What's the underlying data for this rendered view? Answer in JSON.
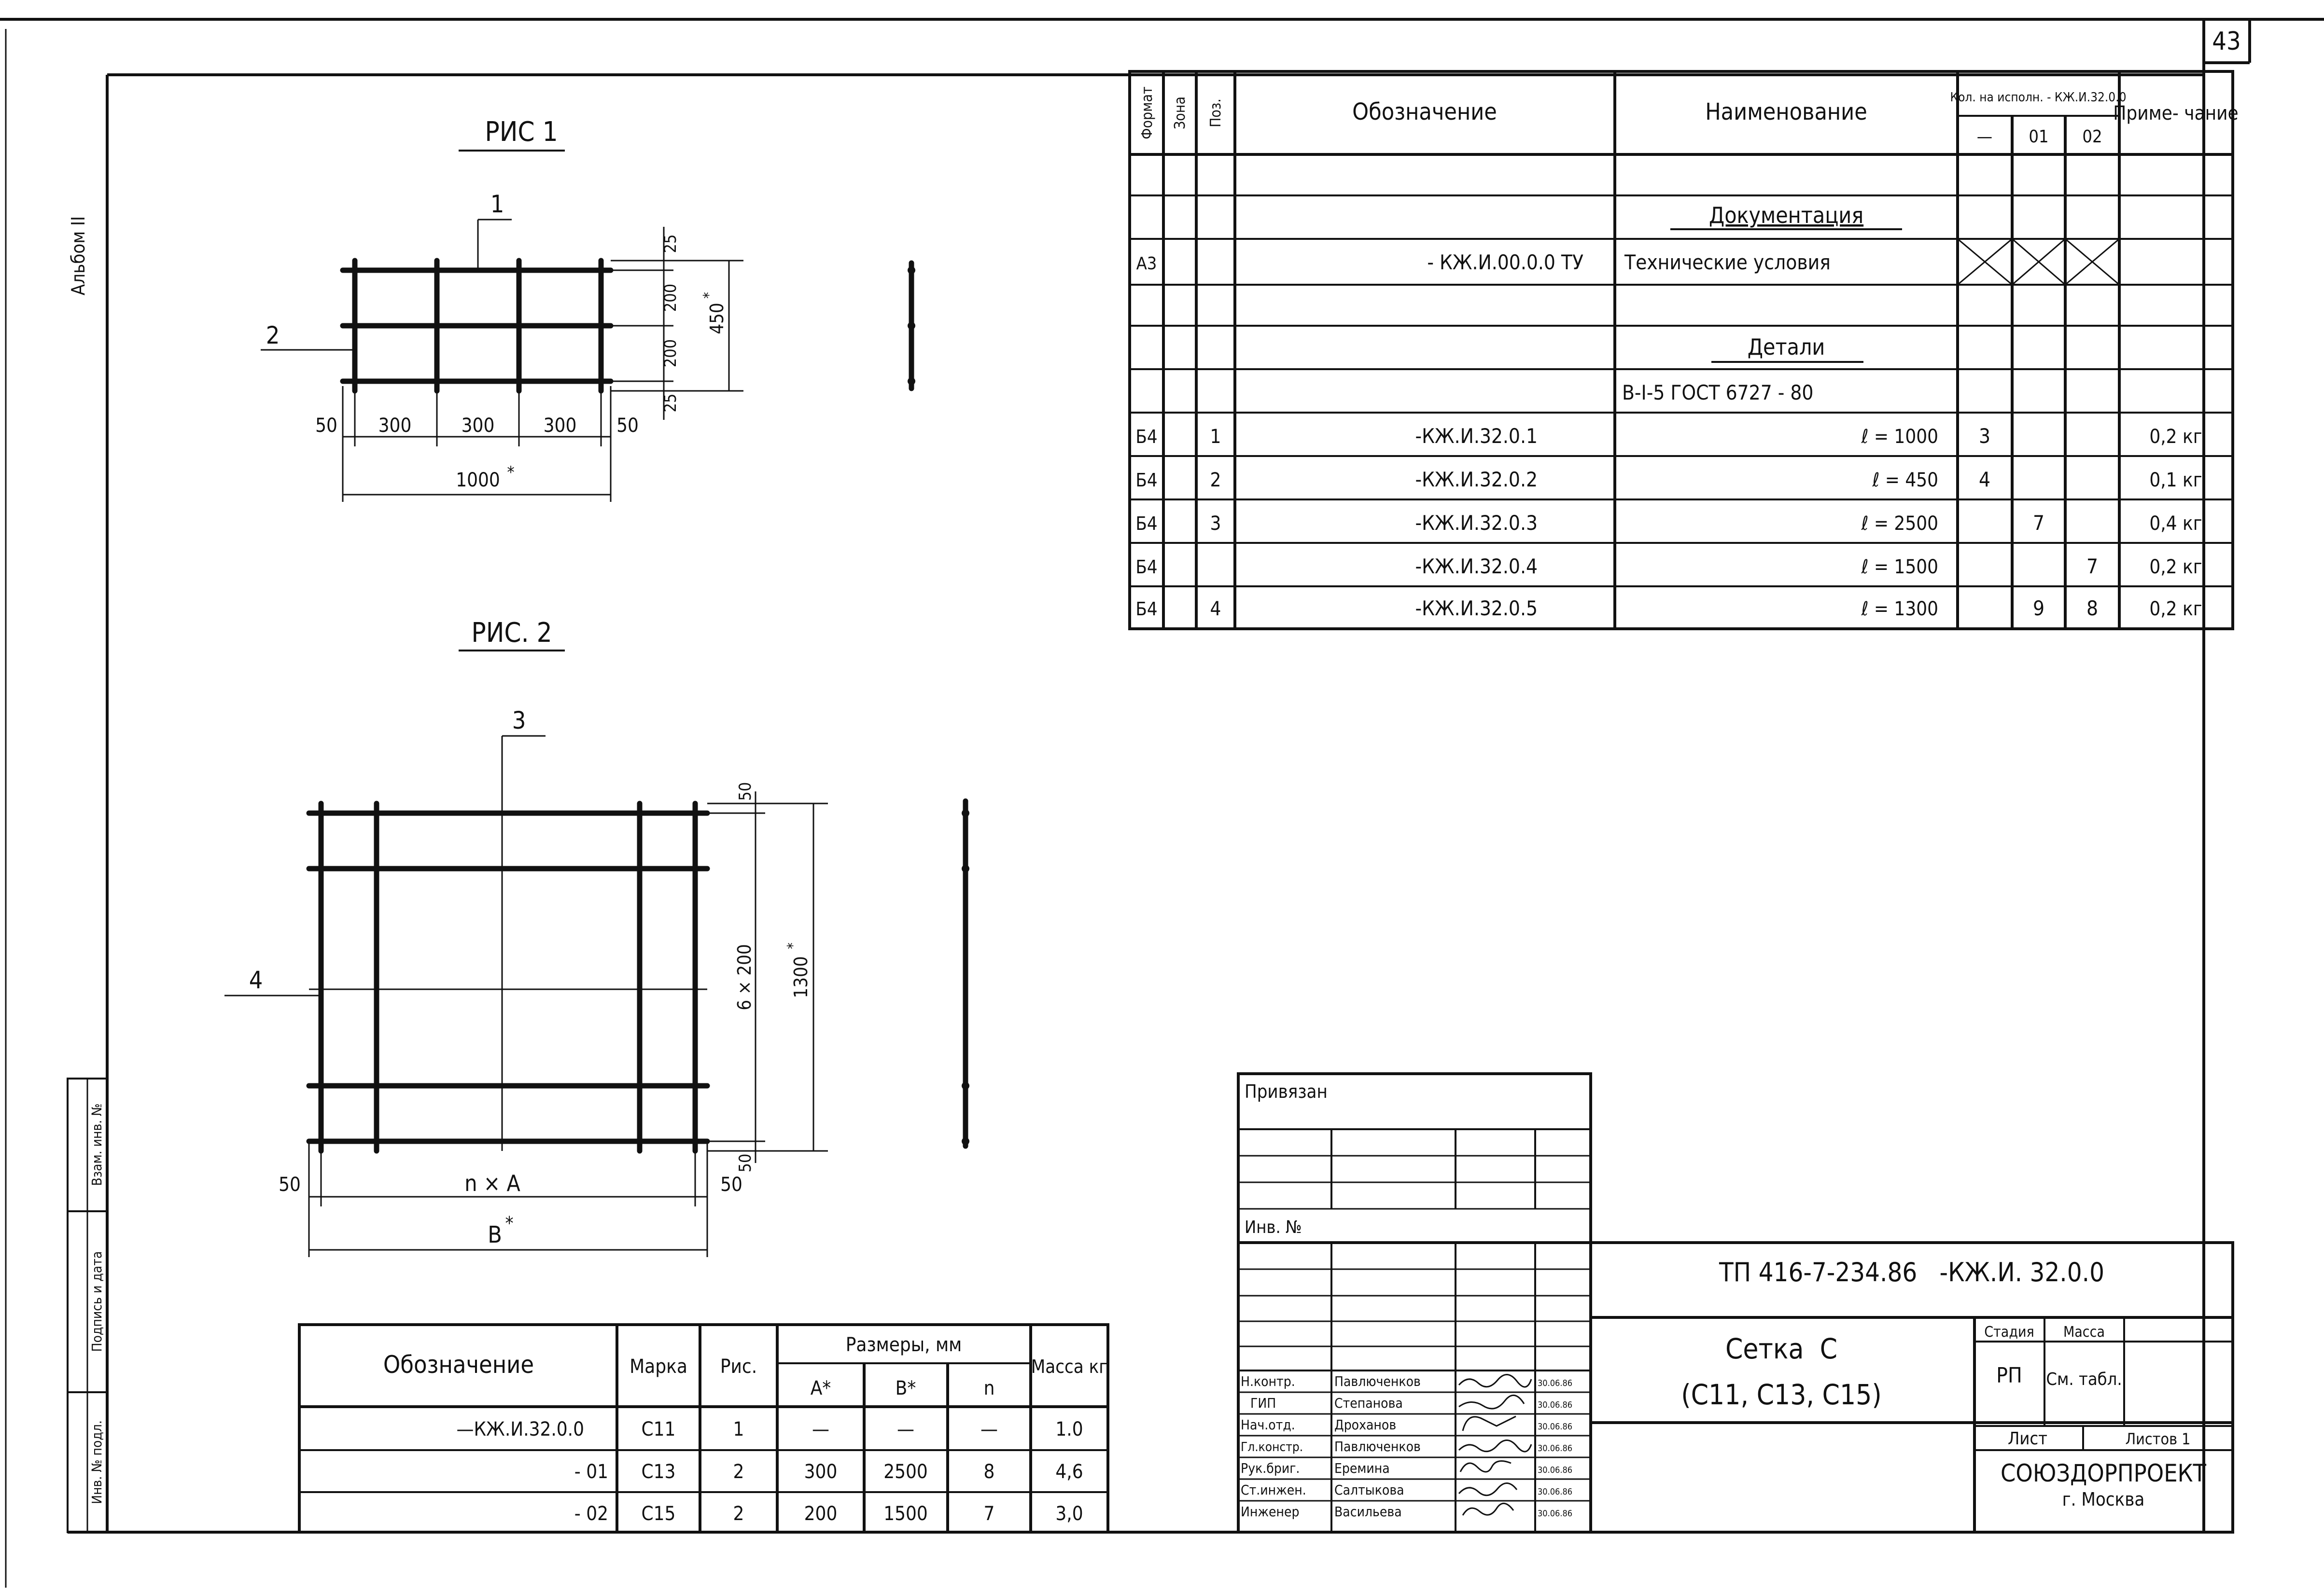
{
  "page_number": "43",
  "album": "Альбом II",
  "side_stamp": [
    "Инв. № подл.",
    "Подпись и дата",
    "Взам. инв. №"
  ],
  "fig1": {
    "title": "РИС 1",
    "callouts": [
      "1",
      "2"
    ],
    "dims_bottom": [
      "50",
      "300",
      "300",
      "300",
      "50"
    ],
    "dim_total": "1000",
    "dims_right": [
      "25",
      "200",
      "200",
      "25"
    ],
    "dim_height": "450",
    "star": "*"
  },
  "fig2": {
    "title": "РИС. 2",
    "callouts": [
      "3",
      "4"
    ],
    "dims_bottom": [
      "50",
      "n × A",
      "50"
    ],
    "dim_total": "B",
    "dims_right": [
      "50",
      "6 × 200",
      "50"
    ],
    "dim_height": "1300",
    "star": "*"
  },
  "spec_table": {
    "headers": {
      "format": "Формат",
      "zone": "Зона",
      "pos": "Поз.",
      "designation": "Обозначение",
      "name": "Наименование",
      "qty": "Кол. на исполн. - КЖ.И.32.0.0",
      "qty_cols": [
        "—",
        "01",
        "02"
      ],
      "note": "Приме- чание"
    },
    "sections": {
      "documentation": "Документация",
      "parts": "Детали"
    },
    "doc_row": {
      "format": "А3",
      "designation": "- КЖ.И.00.0.0 ТУ",
      "name": "Технические условия"
    },
    "material": "В-I-5 ГОСТ 6727 - 80",
    "rows": [
      {
        "format": "Б4",
        "pos": "1",
        "designation": "-КЖ.И.32.0.1",
        "name": "ℓ = 1000",
        "q0": "3",
        "q1": "",
        "q2": "",
        "note": "0,2 кг"
      },
      {
        "format": "Б4",
        "pos": "2",
        "designation": "-КЖ.И.32.0.2",
        "name": "ℓ = 450",
        "q0": "4",
        "q1": "",
        "q2": "",
        "note": "0,1 кг"
      },
      {
        "format": "Б4",
        "pos": "3",
        "designation": "-КЖ.И.32.0.3",
        "name": "ℓ = 2500",
        "q0": "",
        "q1": "7",
        "q2": "",
        "note": "0,4 кг"
      },
      {
        "format": "Б4",
        "pos": "",
        "designation": "-КЖ.И.32.0.4",
        "name": "ℓ = 1500",
        "q0": "",
        "q1": "",
        "q2": "7",
        "note": "0,2 кг"
      },
      {
        "format": "Б4",
        "pos": "4",
        "designation": "-КЖ.И.32.0.5",
        "name": "ℓ = 1300",
        "q0": "",
        "q1": "9",
        "q2": "8",
        "note": "0,2 кг"
      }
    ]
  },
  "mesh_table": {
    "headers": {
      "designation": "Обозначение",
      "mark": "Марка",
      "fig": "Рис.",
      "sizes": "Размеры, мм",
      "a": "A*",
      "b": "B*",
      "n": "n",
      "mass": "Масса кг"
    },
    "rows": [
      {
        "designation": "—КЖ.И.32.0.0",
        "mark": "С11",
        "fig": "1",
        "a": "—",
        "b": "—",
        "n": "—",
        "mass": "1.0"
      },
      {
        "designation": "- 01",
        "mark": "С13",
        "fig": "2",
        "a": "300",
        "b": "2500",
        "n": "8",
        "mass": "4,6"
      },
      {
        "designation": "- 02",
        "mark": "С15",
        "fig": "2",
        "a": "200",
        "b": "1500",
        "n": "7",
        "mass": "3,0"
      }
    ]
  },
  "title_block": {
    "bound": "Привязан",
    "inv": "Инв. №",
    "code": "ТП 416-7-234.86   -КЖ.И. 32.0.0",
    "product_line1": "Сетка  С",
    "product_line2": "(С11, С13, С15)",
    "stage_label": "Стадия",
    "mass_label": "Масса",
    "stage": "РП",
    "mass": "См. табл.",
    "sheet_label": "Лист",
    "sheets_label": "Листов 1",
    "org": "СОЮЗДОРПРОЕКТ",
    "city": "г. Москва",
    "staff": [
      {
        "role": "Н.контр.",
        "name": "Павлюченков",
        "date": "30.06.86"
      },
      {
        "role": "ГИП",
        "name": "Степанова",
        "date": "30.06.86"
      },
      {
        "role": "Нач.отд.",
        "name": "Дроханов",
        "date": "30.06.86"
      },
      {
        "role": "Гл.констр.",
        "name": "Павлюченков",
        "date": "30.06.86"
      },
      {
        "role": "Рук.бриг.",
        "name": "Еремина",
        "date": "30.06.86"
      },
      {
        "role": "Ст.инжен.",
        "name": "Салтыкова",
        "date": "30.06.86"
      },
      {
        "role": "Инженер",
        "name": "Васильева",
        "date": "30.06.86"
      }
    ]
  }
}
